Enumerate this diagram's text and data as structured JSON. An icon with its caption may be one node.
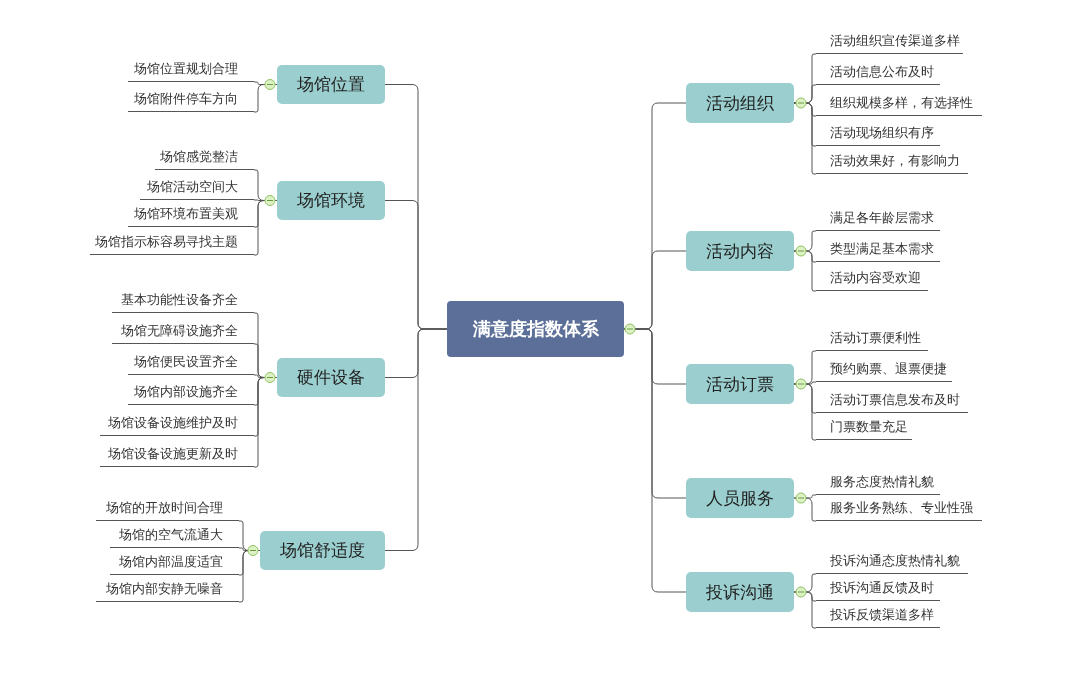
{
  "diagram": {
    "nodes": [
      {
        "text": [
          "满意度指数体系"
        ]
      },
      {
        "text": [
          "场馆位置"
        ]
      },
      {
        "text": [
          "场馆位置规划合理"
        ]
      },
      {
        "text": [
          "场馆附件停车方向"
        ]
      },
      {
        "text": [
          "场馆环境"
        ]
      },
      {
        "text": [
          "场馆感觉整洁"
        ]
      },
      {
        "text": [
          "场馆活动空间大"
        ]
      },
      {
        "text": [
          "场馆环境布置美观"
        ]
      },
      {
        "text": [
          "场馆指示标容易寻找主题"
        ]
      },
      {
        "text": [
          "硬件设备"
        ]
      },
      {
        "text": [
          "基本功能性设备齐全"
        ]
      },
      {
        "text": [
          "场馆无障碍设施齐全"
        ]
      },
      {
        "text": [
          "场馆便民设置齐全"
        ]
      },
      {
        "text": [
          "场馆内部设施齐全"
        ]
      },
      {
        "text": [
          "场馆设备设施维护及时"
        ]
      },
      {
        "text": [
          "场馆设备设施更新及时"
        ]
      },
      {
        "text": [
          "场馆舒适度"
        ]
      },
      {
        "text": [
          "场馆的开放时间合理"
        ]
      },
      {
        "text": [
          "场馆的空气流通大"
        ]
      },
      {
        "text": [
          "场馆内部温度适宜"
        ]
      },
      {
        "text": [
          "场馆内部安静无噪音"
        ]
      },
      {
        "text": [
          "活动组织"
        ]
      },
      {
        "text": [
          "活动组织宣传渠道多样"
        ]
      },
      {
        "text": [
          "活动信息公布及时"
        ]
      },
      {
        "text": [
          "组织规模多样，有选择性"
        ]
      },
      {
        "text": [
          "活动现场组织有序"
        ]
      },
      {
        "text": [
          "活动效果好，有影响力"
        ]
      },
      {
        "text": [
          "活动内容"
        ]
      },
      {
        "text": [
          "满足各年龄层需求"
        ]
      },
      {
        "text": [
          "类型满足基本需求"
        ]
      },
      {
        "text": [
          "活动内容受欢迎"
        ]
      },
      {
        "text": [
          "活动订票"
        ]
      },
      {
        "text": [
          "活动订票便利性"
        ]
      },
      {
        "text": [
          "预约购票、退票便捷"
        ]
      },
      {
        "text": [
          "活动订票信息发布及时"
        ]
      },
      {
        "text": [
          "门票数量充足"
        ]
      },
      {
        "text": [
          "人员服务"
        ]
      },
      {
        "text": [
          "服务态度热情礼貌"
        ]
      },
      {
        "text": [
          "服务业务熟练、专业性强"
        ]
      },
      {
        "text": [
          "投诉沟通"
        ]
      },
      {
        "text": [
          "投诉沟通态度热情礼貌"
        ]
      },
      {
        "text": [
          "投诉沟通反馈及时"
        ]
      },
      {
        "text": [
          "投诉反馈渠道多样"
        ]
      }
    ],
    "edges": [
      {
        "from": 0,
        "to": 1,
        "arrow": "none"
      },
      {
        "from": 1,
        "to": 2,
        "arrow": "none"
      },
      {
        "from": 1,
        "to": 3,
        "arrow": "none"
      },
      {
        "from": 0,
        "to": 4,
        "arrow": "none"
      },
      {
        "from": 4,
        "to": 5,
        "arrow": "none"
      },
      {
        "from": 4,
        "to": 6,
        "arrow": "none"
      },
      {
        "from": 4,
        "to": 7,
        "arrow": "none"
      },
      {
        "from": 4,
        "to": 8,
        "arrow": "none"
      },
      {
        "from": 0,
        "to": 9,
        "arrow": "none"
      },
      {
        "from": 9,
        "to": 10,
        "arrow": "none"
      },
      {
        "from": 9,
        "to": 11,
        "arrow": "none"
      },
      {
        "from": 9,
        "to": 12,
        "arrow": "none"
      },
      {
        "from": 9,
        "to": 13,
        "arrow": "none"
      },
      {
        "from": 9,
        "to": 14,
        "arrow": "none"
      },
      {
        "from": 9,
        "to": 15,
        "arrow": "none"
      },
      {
        "from": 0,
        "to": 16,
        "arrow": "none"
      },
      {
        "from": 16,
        "to": 17,
        "arrow": "none"
      },
      {
        "from": 16,
        "to": 18,
        "arrow": "none"
      },
      {
        "from": 16,
        "to": 19,
        "arrow": "none"
      },
      {
        "from": 16,
        "to": 20,
        "arrow": "none"
      },
      {
        "from": 0,
        "to": 21,
        "arrow": "none"
      },
      {
        "from": 21,
        "to": 22,
        "arrow": "none"
      },
      {
        "from": 21,
        "to": 23,
        "arrow": "none"
      },
      {
        "from": 21,
        "to": 24,
        "arrow": "none"
      },
      {
        "from": 21,
        "to": 25,
        "arrow": "none"
      },
      {
        "from": 21,
        "to": 26,
        "arrow": "none"
      },
      {
        "from": 0,
        "to": 27,
        "arrow": "none"
      },
      {
        "from": 27,
        "to": 28,
        "arrow": "none"
      },
      {
        "from": 27,
        "to": 29,
        "arrow": "none"
      },
      {
        "from": 27,
        "to": 30,
        "arrow": "none"
      },
      {
        "from": 0,
        "to": 31,
        "arrow": "none"
      },
      {
        "from": 31,
        "to": 32,
        "arrow": "none"
      },
      {
        "from": 31,
        "to": 33,
        "arrow": "none"
      },
      {
        "from": 31,
        "to": 34,
        "arrow": "none"
      },
      {
        "from": 31,
        "to": 35,
        "arrow": "none"
      },
      {
        "from": 0,
        "to": 36,
        "arrow": "none"
      },
      {
        "from": 36,
        "to": 37,
        "arrow": "none"
      },
      {
        "from": 36,
        "to": 38,
        "arrow": "none"
      },
      {
        "from": 0,
        "to": 39,
        "arrow": "none"
      },
      {
        "from": 39,
        "to": 40,
        "arrow": "none"
      },
      {
        "from": 39,
        "to": 41,
        "arrow": "none"
      },
      {
        "from": 39,
        "to": 42,
        "arrow": "none"
      }
    ]
  }
}
